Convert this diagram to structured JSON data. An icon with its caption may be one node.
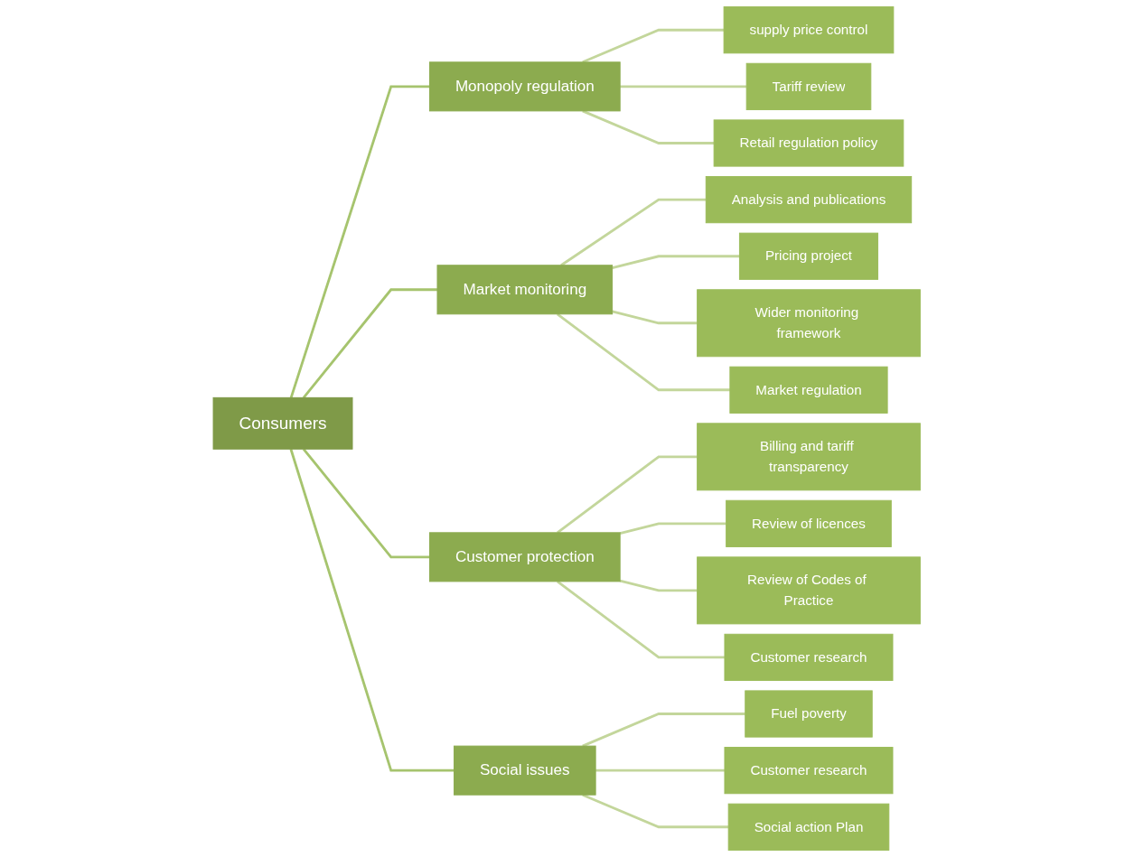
{
  "diagram": {
    "nodes": [
      {
        "text": [
          "Consumers"
        ]
      },
      {
        "text": [
          "Monopoly regulation"
        ]
      },
      {
        "text": [
          "supply price control"
        ]
      },
      {
        "text": [
          "Tariff review"
        ]
      },
      {
        "text": [
          "Retail regulation policy"
        ]
      },
      {
        "text": [
          "Market monitoring"
        ]
      },
      {
        "text": [
          "Analysis and publications"
        ]
      },
      {
        "text": [
          "Pricing project"
        ]
      },
      {
        "text": [
          "Wider monitoring framework"
        ]
      },
      {
        "text": [
          "Market regulation"
        ]
      },
      {
        "text": [
          "Customer protection"
        ]
      },
      {
        "text": [
          "Billing and tariff transparency"
        ]
      },
      {
        "text": [
          "Review of licences"
        ]
      },
      {
        "text": [
          "Review of Codes of Practice"
        ]
      },
      {
        "text": [
          "Customer research"
        ]
      },
      {
        "text": [
          "Social issues"
        ]
      },
      {
        "text": [
          "Fuel poverty"
        ]
      },
      {
        "text": [
          "Customer research"
        ]
      },
      {
        "text": [
          "Social action Plan"
        ]
      }
    ],
    "edges": [
      {
        "from": 0,
        "to": 1,
        "arrow": "none",
        "color": "#a6c46e"
      },
      {
        "from": 0,
        "to": 5,
        "arrow": "none",
        "color": "#a6c46e"
      },
      {
        "from": 0,
        "to": 10,
        "arrow": "none",
        "color": "#a6c46e"
      },
      {
        "from": 0,
        "to": 15,
        "arrow": "none",
        "color": "#a6c46e"
      },
      {
        "from": 1,
        "to": 2,
        "arrow": "none"
      },
      {
        "from": 1,
        "to": 3,
        "arrow": "none"
      },
      {
        "from": 1,
        "to": 4,
        "arrow": "none"
      },
      {
        "from": 5,
        "to": 6,
        "arrow": "none"
      },
      {
        "from": 5,
        "to": 7,
        "arrow": "none"
      },
      {
        "from": 5,
        "to": 8,
        "arrow": "none"
      },
      {
        "from": 5,
        "to": 9,
        "arrow": "none"
      },
      {
        "from": 10,
        "to": 11,
        "arrow": "none"
      },
      {
        "from": 10,
        "to": 12,
        "arrow": "none"
      },
      {
        "from": 10,
        "to": 13,
        "arrow": "none"
      },
      {
        "from": 10,
        "to": 14,
        "arrow": "none"
      },
      {
        "from": 15,
        "to": 16,
        "arrow": "none"
      },
      {
        "from": 15,
        "to": 17,
        "arrow": "none"
      },
      {
        "from": 15,
        "to": 18,
        "arrow": "none"
      }
    ]
  }
}
